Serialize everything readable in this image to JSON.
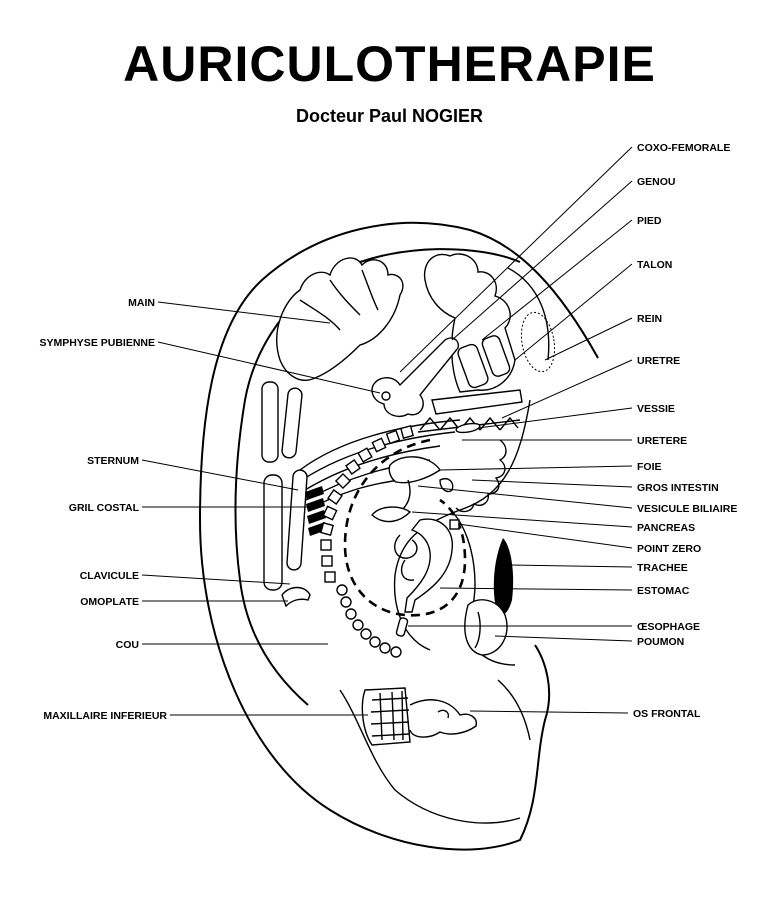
{
  "title": "AURICULOTHERAPIE",
  "subtitle": "Docteur Paul NOGIER",
  "labels_left": {
    "main": "MAIN",
    "symphyse": "SYMPHYSE PUBIENNE",
    "sternum": "STERNUM",
    "gril": "GRIL COSTAL",
    "clavicule": "CLAVICULE",
    "omoplate": "OMOPLATE",
    "cou": "COU",
    "maxillaire": "MAXILLAIRE INFERIEUR"
  },
  "labels_right": {
    "coxo": "COXO-FEMORALE",
    "genou": "GENOU",
    "pied": "PIED",
    "talon": "TALON",
    "rein": "REIN",
    "uretre": "URETRE",
    "vessie": "VESSIE",
    "uretere": "URETERE",
    "foie": "FOIE",
    "gros_intestin": "GROS INTESTIN",
    "vesicule": "VESICULE BILIAIRE",
    "pancreas": "PANCREAS",
    "point_zero": "POINT ZERO",
    "trachee": "TRACHEE",
    "estomac": "ESTOMAC",
    "oesophage": "ŒSOPHAGE",
    "poumon": "POUMON",
    "os_frontal": "OS FRONTAL"
  },
  "colors": {
    "ink": "#000000",
    "paper": "#ffffff"
  }
}
